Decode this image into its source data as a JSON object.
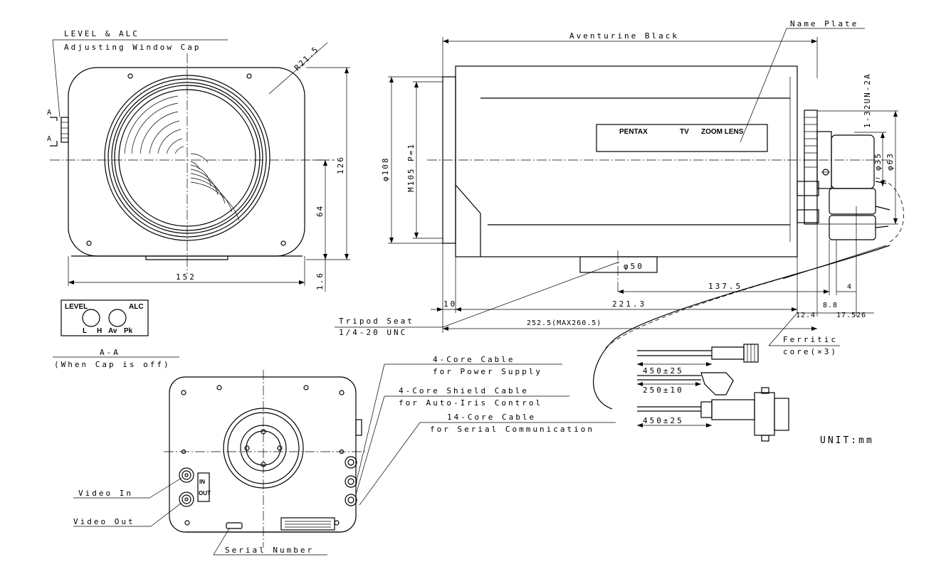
{
  "labels": {
    "level_alc": "LEVEL & ALC",
    "adjusting_window_cap": "Adjusting Window Cap",
    "r21_5": "R21.5",
    "dim_126": "126",
    "dim_64": "64",
    "dim_1_6": "1.6",
    "dim_152": "152",
    "a_top": "A",
    "a_bottom": "A",
    "panel_level": "LEVEL",
    "panel_alc": "ALC",
    "panel_l": "L",
    "panel_h": "H",
    "panel_av": "Av",
    "panel_pk": "Pk",
    "section_aa": "A-A",
    "when_cap_off": "(When Cap is off)",
    "aventurine_black": "Aventurine Black",
    "name_plate": "Name Plate",
    "thread": "1-32UN-2A",
    "phi108": "φ108",
    "m105": "M105 P=1",
    "phi35": "φ35",
    "phi63": "φ63",
    "brand": "PENTAX",
    "tv": "TV",
    "zoom_lens": "ZOOM LENS",
    "phi50": "φ50",
    "dim_137_5": "137.5",
    "dim_8_8": "8.8",
    "dim_4": "4",
    "dim_10": "10",
    "dim_221_3": "221.3",
    "dim_12_4": "12.4",
    "dim_17_526": "17.526",
    "dim_252_5": "252.5(MAX260.5)",
    "tripod_seat": "Tripod Seat",
    "unc": "1/4-20 UNC",
    "ferritic": "Ferritic",
    "core_x3": "core(×3)",
    "cable4_line1": "4-Core Cable",
    "cable4_line2": "for Power Supply",
    "cable4s_line1": "4-Core Shield Cable",
    "cable4s_line2": "for Auto-Iris Control",
    "cable14_line1": "14-Core Cable",
    "cable14_line2": "for Serial Communication",
    "len_450_a": "450±25",
    "len_250": "250±10",
    "len_450_b": "450±25",
    "unit": "UNIT:mm",
    "video_in": "Video In",
    "video_out": "Video Out",
    "serial_number": "Serial Number",
    "in": "IN",
    "out": "OUT"
  }
}
